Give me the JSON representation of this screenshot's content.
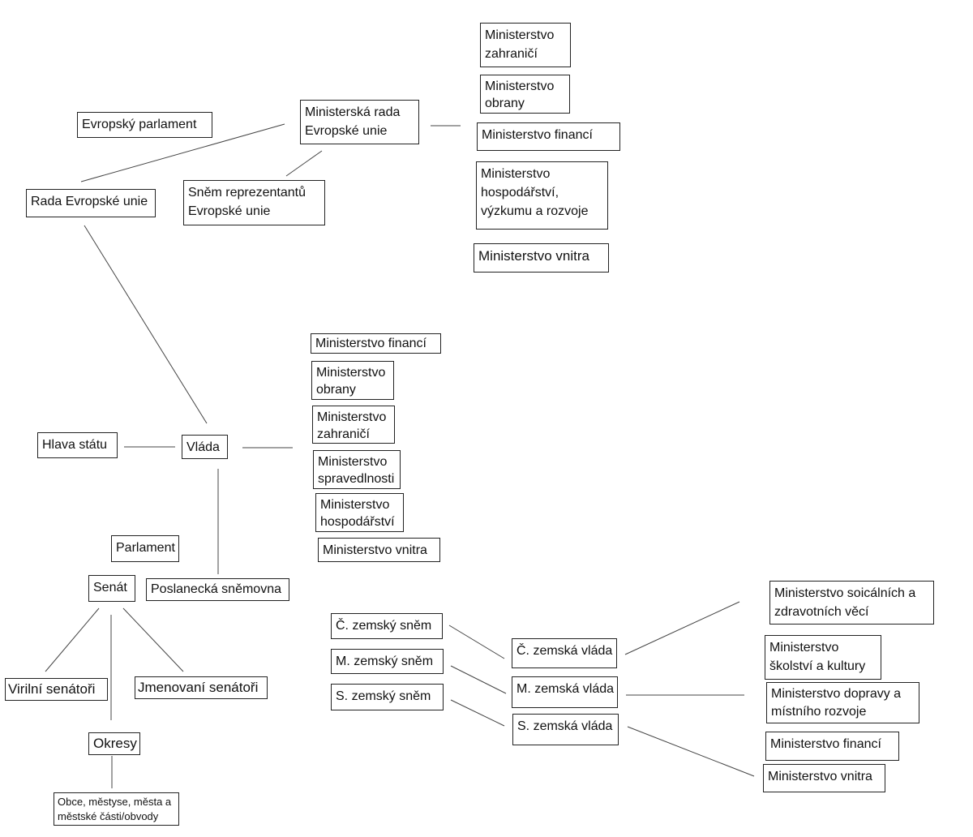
{
  "eu": {
    "parliament": "Evropský parlament",
    "council": "Rada Evropské unie",
    "ministerial_council": [
      "Ministerská rada",
      "Evropské unie"
    ],
    "assembly": [
      "Sněm reprezentantů",
      "Evropské unie"
    ],
    "ministries": {
      "foreign": [
        "Ministerstvo",
        "zahraničí"
      ],
      "defence": [
        "Ministerstvo",
        "obrany"
      ],
      "finance": "Ministerstvo financí",
      "economy": [
        "Ministerstvo",
        "hospodářství,",
        "výzkumu a rozvoje"
      ],
      "interior": "Ministerstvo vnitra"
    }
  },
  "state": {
    "head": "Hlava státu",
    "government": "Vláda",
    "ministries": {
      "finance": "Ministerstvo financí",
      "defence": [
        "Ministerstvo",
        "obrany"
      ],
      "foreign": [
        "Ministerstvo",
        "zahraničí"
      ],
      "justice": [
        "Ministerstvo",
        "spravedlnosti"
      ],
      "economy": [
        "Ministerstvo",
        "hospodářství"
      ],
      "interior": "Ministerstvo vnitra"
    },
    "parliament": "Parlament",
    "senate": "Senát",
    "chamber": "Poslanecká sněmovna",
    "virile_senators": "Virilní senátoři",
    "appointed_senators": "Jmenovaní senátoři",
    "districts": "Okresy",
    "municipalities": [
      "Obce, městyse, města a",
      "městské části/obvody"
    ]
  },
  "lands": {
    "diets": [
      "Č. zemský sněm",
      "M. zemský sněm",
      "S. zemský sněm"
    ],
    "governments": [
      "Č. zemská vláda",
      "M. zemská vláda",
      "S. zemská vláda"
    ],
    "ministries": {
      "social": [
        "Ministerstvo soicálních a",
        "zdravotních věcí"
      ],
      "education": [
        "Ministerstvo",
        "školství a kultury"
      ],
      "transport": [
        "Ministerstvo dopravy a",
        "místního rozvoje"
      ],
      "finance": "Ministerstvo financí",
      "interior": "Ministerstvo vnitra"
    }
  }
}
